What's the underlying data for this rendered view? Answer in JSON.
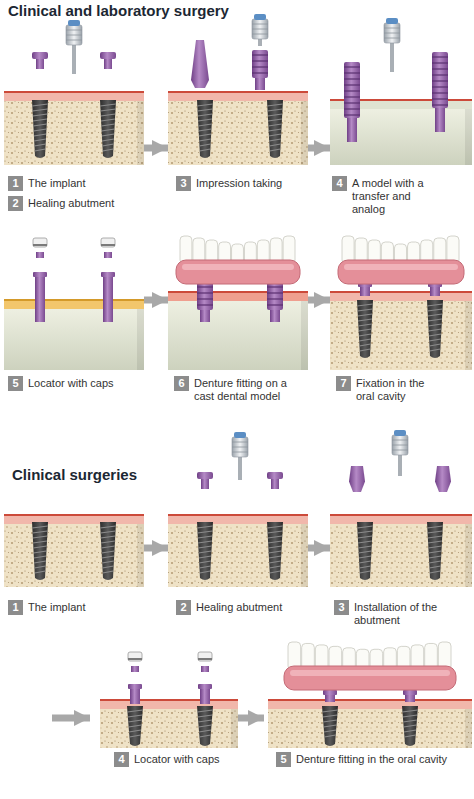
{
  "diagram": {
    "title": "Clinical and laboratory surgery",
    "nodes": [
      {
        "text": [
          "1",
          "The implant",
          "2",
          "Healing abutment"
        ]
      },
      {
        "text": [
          "3",
          "Impression taking"
        ]
      },
      {
        "text": [
          "4",
          "A model with a transfer and analog"
        ]
      },
      {
        "text": [
          "5",
          "Locator with caps"
        ]
      },
      {
        "text": [
          "6",
          "Denture fitting on a cast dental model"
        ]
      },
      {
        "text": [
          "7",
          "Fixation in the oral cavity"
        ]
      },
      {
        "text": [
          "1",
          "The implant"
        ]
      },
      {
        "text": [
          "2",
          "Healing abutment"
        ]
      },
      {
        "text": [
          "3",
          "Installation of the abutment"
        ]
      },
      {
        "text": [
          "4",
          "Locator with caps"
        ]
      },
      {
        "text": [
          "5",
          "Denture fitting in the oral cavity"
        ]
      }
    ],
    "edges": [
      {
        "from": 0,
        "to": 1,
        "arrow": "to"
      },
      {
        "from": 1,
        "to": 2,
        "arrow": "to"
      },
      {
        "from": 3,
        "to": 4,
        "arrow": "to"
      },
      {
        "from": 4,
        "to": 5,
        "arrow": "to"
      },
      {
        "from": 6,
        "to": 7,
        "arrow": "to"
      },
      {
        "from": 7,
        "to": 8,
        "arrow": "to"
      },
      {
        "from": 9,
        "to": 10,
        "arrow": "to"
      }
    ],
    "labels": [
      "Clinical surgeries"
    ]
  }
}
